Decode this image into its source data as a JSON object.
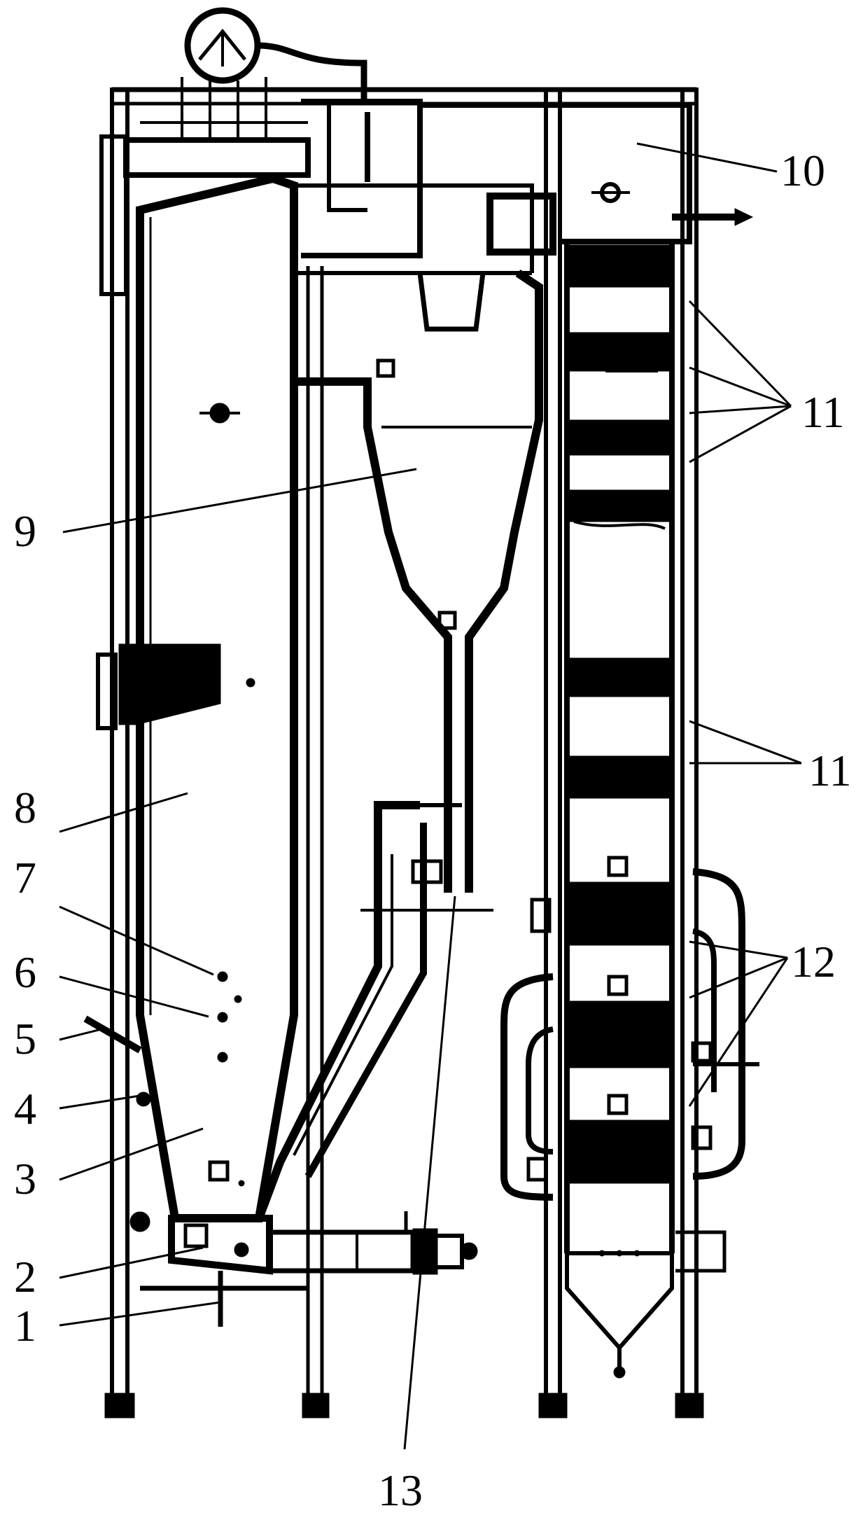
{
  "labels": {
    "l1": "1",
    "l2": "2",
    "l3": "3",
    "l4": "4",
    "l5": "5",
    "l6": "6",
    "l7": "7",
    "l8": "8",
    "l9": "9",
    "l10": "10",
    "l11a": "11",
    "l11b": "11",
    "l12": "12",
    "l13": "13"
  },
  "colors": {
    "line": "#000000",
    "background": "#ffffff"
  }
}
